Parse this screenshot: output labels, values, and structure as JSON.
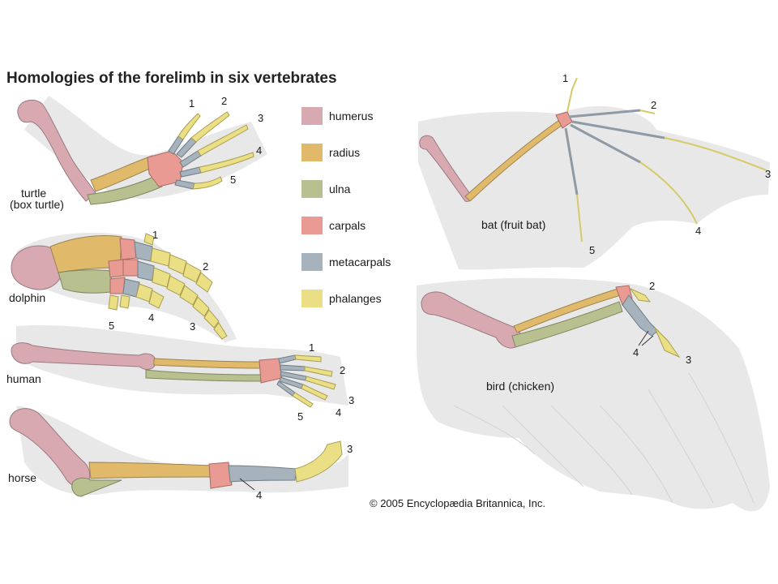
{
  "title": "Homologies of the forelimb in six vertebrates",
  "colors": {
    "humerus": "#d9a9b1",
    "radius": "#e0b96a",
    "ulna": "#b7c08e",
    "carpals": "#e99a92",
    "metacarpals": "#a6b3bd",
    "phalanges": "#ebdf86"
  },
  "legend": [
    {
      "label": "humerus",
      "color": "#d9a9b1"
    },
    {
      "label": "radius",
      "color": "#e0b96a"
    },
    {
      "label": "ulna",
      "color": "#b7c08e"
    },
    {
      "label": "carpals",
      "color": "#e99a92"
    },
    {
      "label": "metacarpals",
      "color": "#a6b3bd"
    },
    {
      "label": "phalanges",
      "color": "#ebdf86"
    }
  ],
  "animals": {
    "turtle": {
      "name": "turtle",
      "sub": "(box turtle)",
      "digits": [
        "1",
        "2",
        "3",
        "4",
        "5"
      ]
    },
    "dolphin": {
      "name": "dolphin",
      "digits": [
        "1",
        "2",
        "3",
        "4",
        "5"
      ]
    },
    "human": {
      "name": "human",
      "digits": [
        "1",
        "2",
        "3",
        "4",
        "5"
      ]
    },
    "horse": {
      "name": "horse",
      "digits": [
        "3",
        "4"
      ]
    },
    "bat": {
      "name": "bat (fruit bat)",
      "digits": [
        "1",
        "2",
        "3",
        "4",
        "5"
      ]
    },
    "bird": {
      "name": "bird (chicken)",
      "digits": [
        "2",
        "3",
        "4"
      ]
    }
  },
  "copyright": "© 2005 Encyclopædia Britannica, Inc."
}
